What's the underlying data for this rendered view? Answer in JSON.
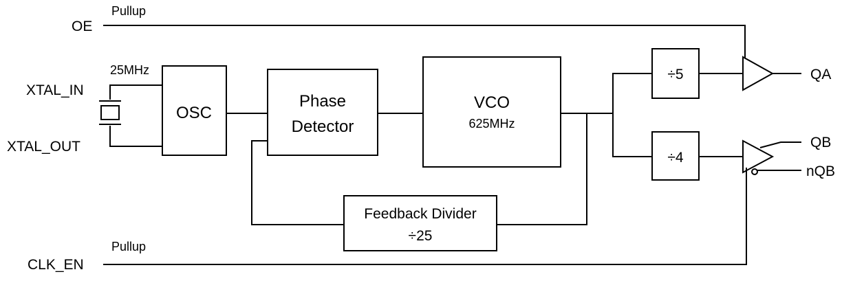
{
  "signals": {
    "oe": "OE",
    "oe_pull": "Pullup",
    "xtal_in": "XTAL_IN",
    "xtal_out": "XTAL_OUT",
    "freq": "25MHz",
    "clk_en": "CLK_EN",
    "clk_en_pull": "Pullup"
  },
  "blocks": {
    "osc": "OSC",
    "phase_1": "Phase",
    "phase_2": "Detector",
    "vco": "VCO",
    "vco_freq": "625MHz",
    "feedback_1": "Feedback Divider",
    "feedback_2": "÷25",
    "div5": "÷5",
    "div4": "÷4"
  },
  "outputs": {
    "qa": "QA",
    "qb": "QB",
    "nqb": "nQB"
  }
}
